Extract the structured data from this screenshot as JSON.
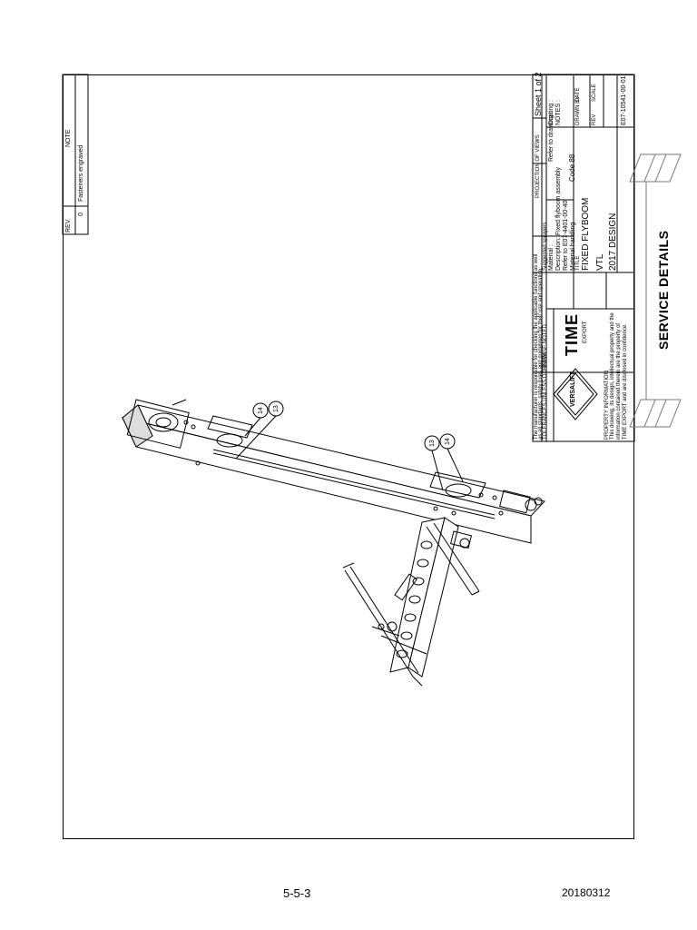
{
  "revision_table": {
    "rev_header": "REV.",
    "note_header": "NOTE",
    "rev_value": "0",
    "note_value": "Fasteners engraved"
  },
  "title_block": {
    "disclaimer": "The manufacturer is responsible for checking the applicable functions as well",
    "disclaimer2": "as all standards, safety rules and guidelines for their use and operation.",
    "tolerances": "TOLERANCES UNLESS OTHERWISE NOTED",
    "finish": "FINISH",
    "projection": "PROJECTION OF VIEWS",
    "sheet": "Sheet 1 of 2",
    "approved": "PROPERTY INFORMATION",
    "confidential": "This drawing, its design, intellectual property and the information contained therein are the property of TIME EXPORT and are disclosed in confidence.",
    "suggested": "Suggested sprayers",
    "material": "Material :",
    "refer": "Refer to drawing :",
    "coating": "Coating :",
    "notes": "NOTES :",
    "description": "Description: Fixed flyboom assembly",
    "refer2": "Refer to E07-4401-00-40",
    "material_handling": "Material handling",
    "code": "Code 88",
    "title_label": "TITLE",
    "title": "FIXED FLYBOOM",
    "subtitle": "VTL",
    "design": "2017 DESIGN",
    "drawn": "DRAWN BY",
    "date": "DATE",
    "scale": "SCALE",
    "rev_no": "REV",
    "drawing_number": "E07-10541-00-01",
    "logo_versalift": "VERSALIFT",
    "logo_time": "TIME",
    "logo_export": "EXPORT"
  },
  "balloons": [
    "14",
    "13",
    "13",
    "14"
  ],
  "side_title": "SERVICE DETAILS",
  "footer": {
    "page_number": "5-5-3",
    "date_code": "20180312"
  }
}
